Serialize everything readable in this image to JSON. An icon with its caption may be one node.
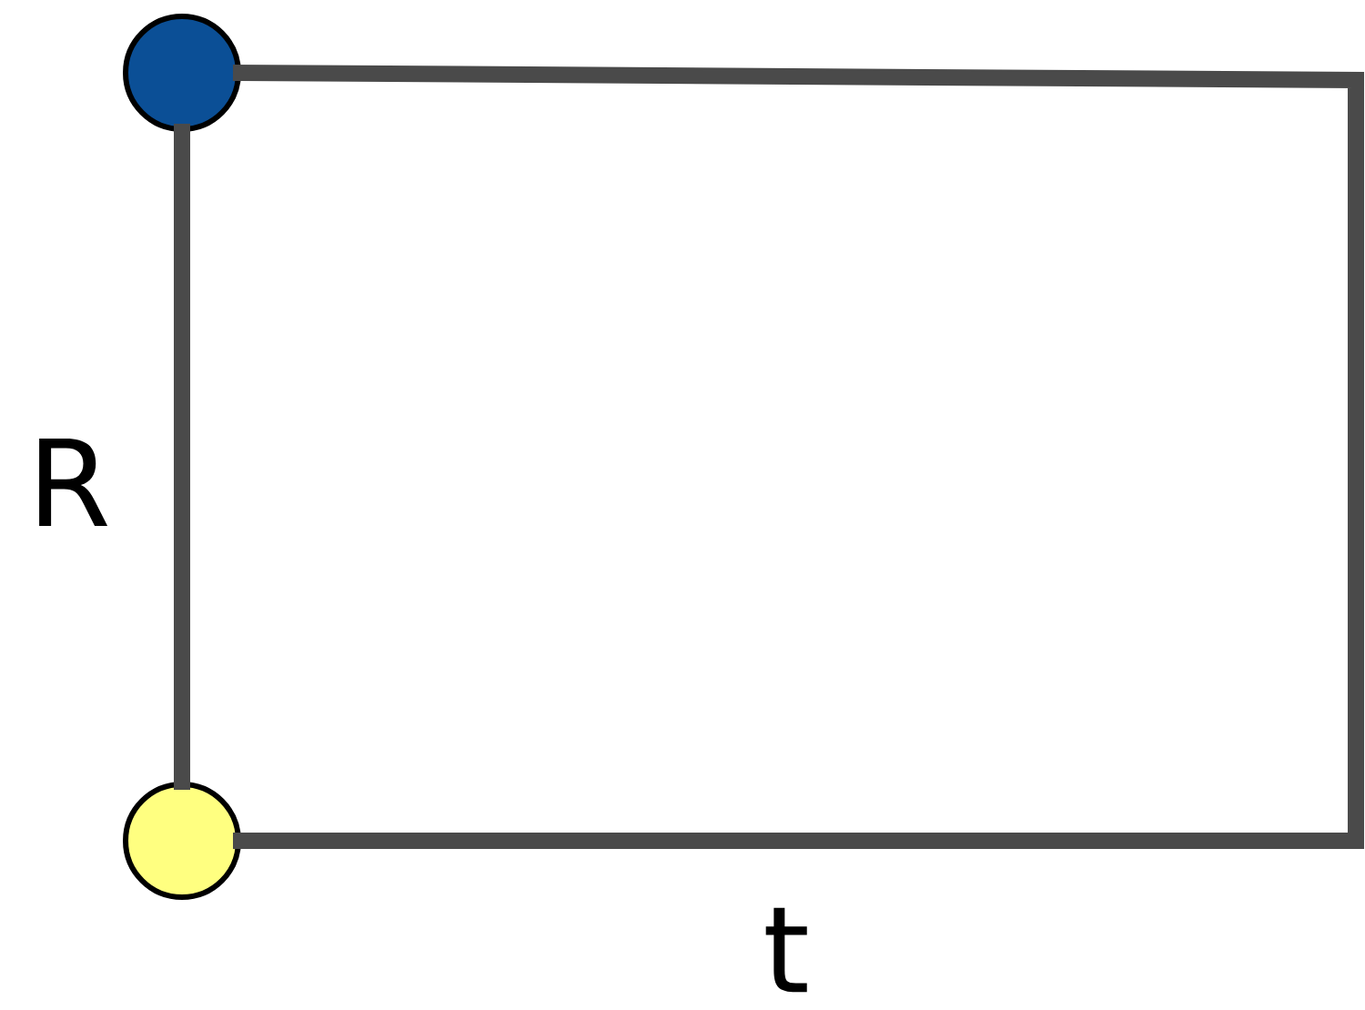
{
  "diagram": {
    "nodes": [
      {
        "text": [],
        "shape": "circle"
      },
      {
        "text": [],
        "shape": "circle"
      }
    ],
    "edges": [
      {
        "from": 0,
        "to": 1,
        "arrow": "none",
        "label": "R"
      },
      {
        "from": 0,
        "to": 1,
        "arrow": "none",
        "label": "t"
      }
    ]
  }
}
